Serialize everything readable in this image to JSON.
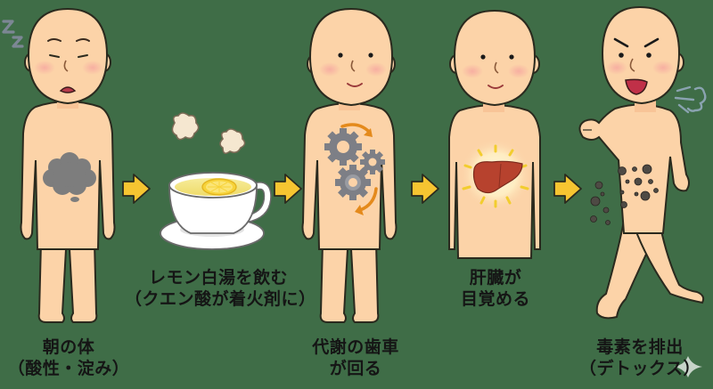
{
  "diagram": {
    "title": "",
    "background_color": "#3f6d47",
    "skin_color": "#fcd3a8",
    "arrow_color": "#f6c531",
    "outline_color": "#2a2a1e",
    "steps": [
      {
        "id": "morning-body",
        "line1": "朝の体",
        "line2": "（酸性・淀み）",
        "illustration": "sleepy-person-with-gray-cloud-in-belly",
        "icons": [
          "zzz-icon",
          "gray-cloud-icon"
        ]
      },
      {
        "id": "lemon-hot-water",
        "line1": "レモン白湯を飲む",
        "line2": "（クエン酸が着火剤に）",
        "illustration": "cup-of-hot-lemon-water-with-steam",
        "icons": [
          "steam-icon",
          "lemon-slice-icon",
          "teacup-icon"
        ]
      },
      {
        "id": "metabolism-gears",
        "line1": "代謝の歯車",
        "line2": "が回る",
        "illustration": "smiling-person-with-rotating-gears",
        "icons": [
          "gear-icon",
          "rotate-arrow-icon"
        ]
      },
      {
        "id": "liver-awakens",
        "line1": "肝臓が",
        "line2": "目覚める",
        "illustration": "person-with-glowing-liver",
        "icons": [
          "liver-icon",
          "glow-icon"
        ]
      },
      {
        "id": "detox",
        "line1": "毒素を排出",
        "line2": "（デトックス）",
        "illustration": "energetic-running-person-expelling-dark-particles",
        "icons": [
          "huff-breath-icon",
          "toxin-particles-icon"
        ]
      }
    ],
    "arrows": [
      "arrow-right-icon",
      "arrow-right-icon",
      "arrow-right-icon",
      "arrow-right-icon"
    ]
  }
}
